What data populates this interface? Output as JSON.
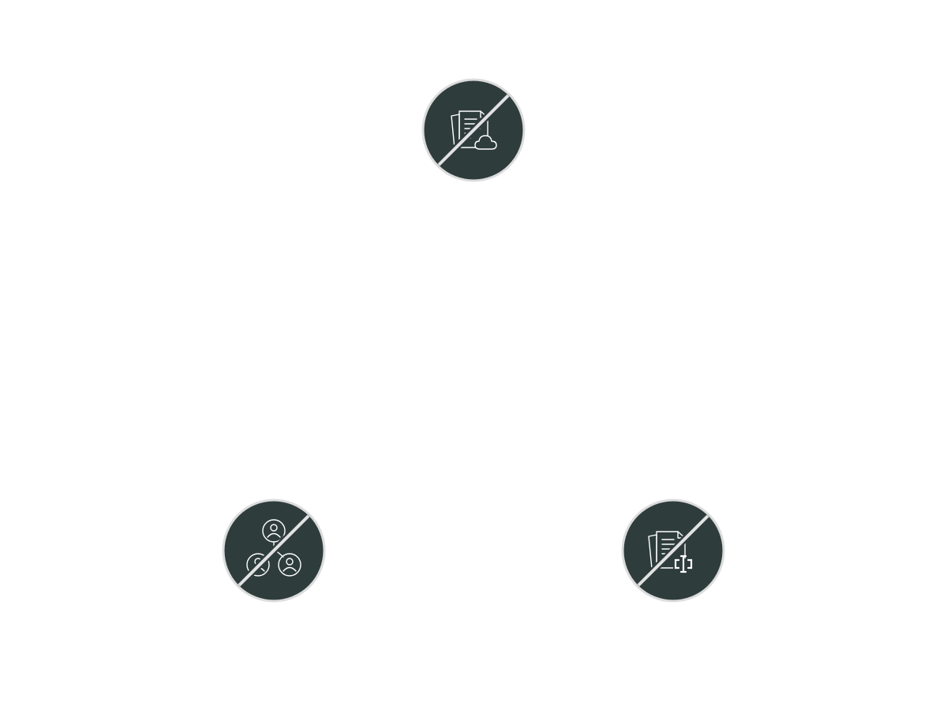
{
  "diagram": {
    "nodes": [
      {
        "id": "cloud-documents",
        "icon": "documents-cloud-icon",
        "state": "disabled",
        "symbol": "strikethrough-slash"
      },
      {
        "id": "user-hierarchy",
        "icon": "user-network-icon",
        "state": "disabled",
        "symbol": "strikethrough-slash"
      },
      {
        "id": "text-documents",
        "icon": "documents-text-cursor-icon",
        "state": "disabled",
        "symbol": "strikethrough-slash"
      }
    ]
  },
  "colors": {
    "background": "#ffffff",
    "node_fill": "#2f3c3c",
    "node_border": "#dcdcdc",
    "slash": "#e2e2e2",
    "icon_stroke": "#ffffff"
  }
}
